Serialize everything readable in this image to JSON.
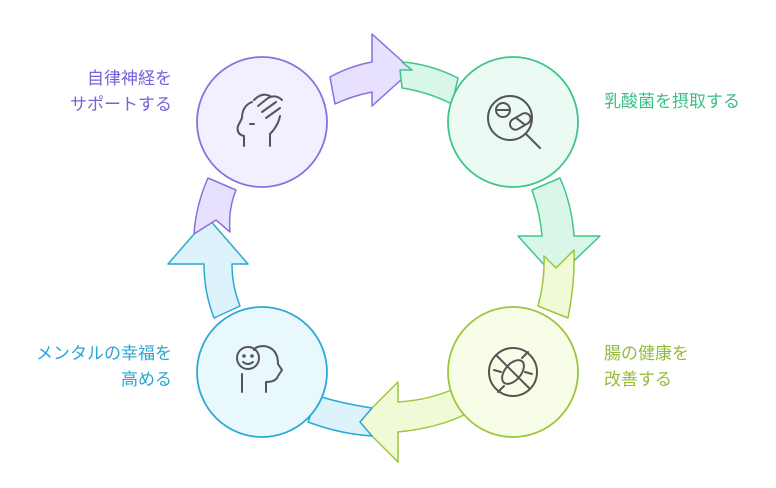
{
  "colors": {
    "purple_stroke": "#8a6fe0",
    "purple_fill": "#f2efff",
    "purple_arrow": "#e7e1ff",
    "purple_text": "#7a5fdc",
    "green_stroke": "#3fc588",
    "green_fill": "#ebfbf3",
    "green_arrow": "#d9f7e8",
    "green_text": "#3cbf86",
    "lime_stroke": "#9cc63c",
    "lime_fill": "#f7fde6",
    "lime_arrow": "#f1fad6",
    "lime_text": "#93bd38",
    "cyan_stroke": "#2aa9d6",
    "cyan_fill": "#e9f8fd",
    "cyan_arrow": "#dcf3fb",
    "cyan_text": "#2aa6d4",
    "icon_stroke": "#555555"
  },
  "nodes": {
    "autonomic": {
      "line1": "自律神経を",
      "line2": "サポートする",
      "icon": "hand-on-head-icon"
    },
    "lactic": {
      "line1": "乳酸菌を摂取する",
      "icon": "pill-capsule-icon"
    },
    "gut": {
      "line1": "腸の健康を",
      "line2": "改善する",
      "icon": "bacteria-icon"
    },
    "mental": {
      "line1": "メンタルの幸福を",
      "line2": "高める",
      "icon": "smiling-face-icon"
    }
  }
}
